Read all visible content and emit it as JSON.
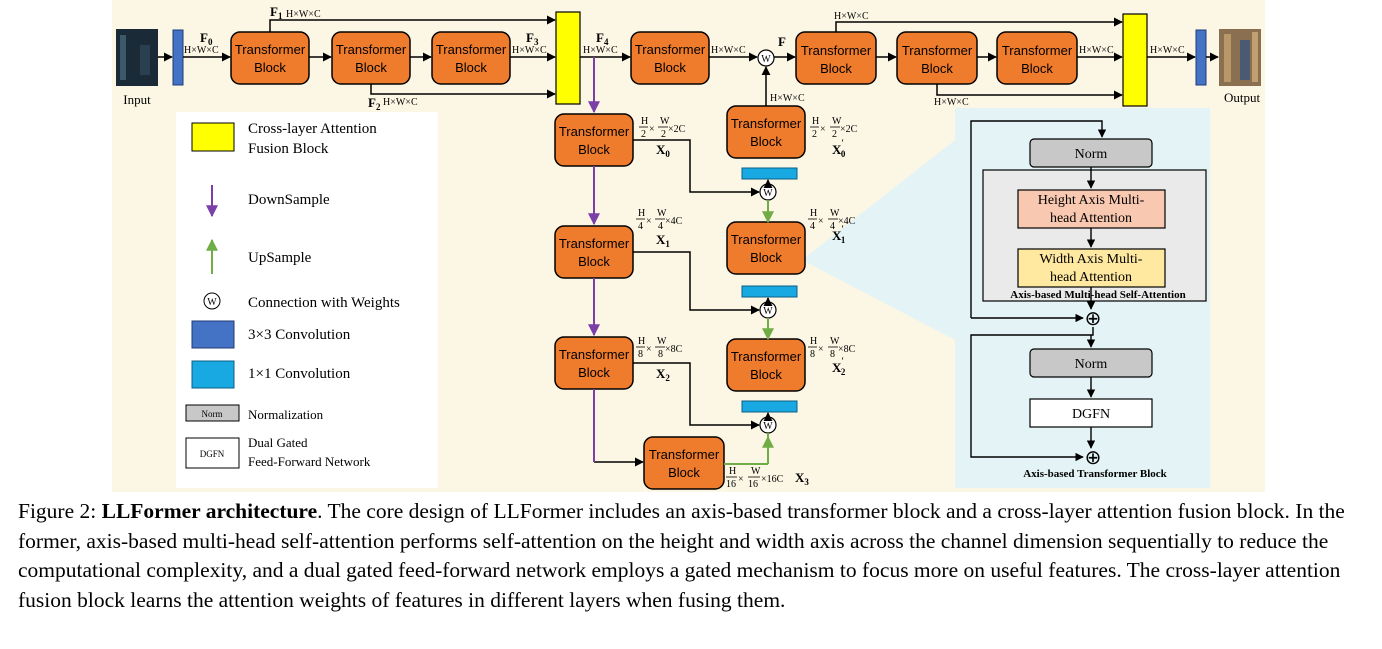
{
  "figure": {
    "io": {
      "input": "Input",
      "output": "Output"
    },
    "block_label_line1": "Transformer",
    "block_label_line2": "Block",
    "w_symbol": "W",
    "feat": {
      "F0": "F",
      "F0_sub": "0",
      "F1": "F",
      "F1_sub": "1",
      "F2": "F",
      "F2_sub": "2",
      "F3": "F",
      "F3_sub": "3",
      "F4": "F",
      "F4_sub": "4",
      "F": "F"
    },
    "dims": {
      "hwc": "H×W×C",
      "x2c": "×2C",
      "x4c": "×4C",
      "x8c": "×8C",
      "x16c": "×16C",
      "times": "×",
      "H": "H",
      "W": "W",
      "d2": "2",
      "d4": "4",
      "d8": "8",
      "d16": "16"
    },
    "x_labels": {
      "X0": "X",
      "X0_sub": "0",
      "X1": "X",
      "X1_sub": "1",
      "X2": "X",
      "X2_sub": "2",
      "X3": "X",
      "X3_sub": "3",
      "prime": "′"
    },
    "legend": {
      "cross_layer_1": "Cross-layer Attention",
      "cross_layer_2": "Fusion Block",
      "downsample": "DownSample",
      "upsample": "UpSample",
      "w_symbol": "W",
      "connection": "Connection with Weights",
      "conv3": "3×3  Convolution",
      "conv1": "1×1  Convolution",
      "norm_box": "Norm",
      "normalization": "Normalization",
      "dgfn_box": "DGFN",
      "dgfn_1": "Dual Gated",
      "dgfn_2": "Feed-Forward Network"
    },
    "detail": {
      "norm1": "Norm",
      "height_1": "Height Axis Multi-",
      "height_2": "head Attention",
      "width_1": "Width Axis Multi-",
      "width_2": "head Attention",
      "axis_msa": "Axis-based Multi-head Self-Attention",
      "norm2": "Norm",
      "dgfn": "DGFN",
      "plus": "⊕",
      "title": "Axis-based Transformer Block"
    },
    "colors": {
      "panel_bg": "#fcf6e4",
      "detail_bg": "#e4f4f6",
      "transformer": "#ef7c2c",
      "cross_layer": "#ffff00",
      "conv3": "#4472c4",
      "conv1": "#18a8e2",
      "norm": "#c8c8c8",
      "height_attn": "#f8c8b0",
      "width_attn": "#ffe8a0",
      "downsample": "#7b3fa8",
      "upsample": "#70ad47"
    }
  },
  "caption": {
    "label": "Figure 2: ",
    "bold": "LLFormer architecture",
    "text": ". The core design of LLFormer includes an axis-based transformer block and a cross-layer attention fusion block. In the former, axis-based multi-head self-attention performs self-attention on the height and width axis across the channel dimension sequentially to reduce the computational complexity, and a dual gated feed-forward network employs a gated mechanism to focus more on useful features. The cross-layer attention fusion block learns the attention weights of features in different layers when fusing them."
  }
}
